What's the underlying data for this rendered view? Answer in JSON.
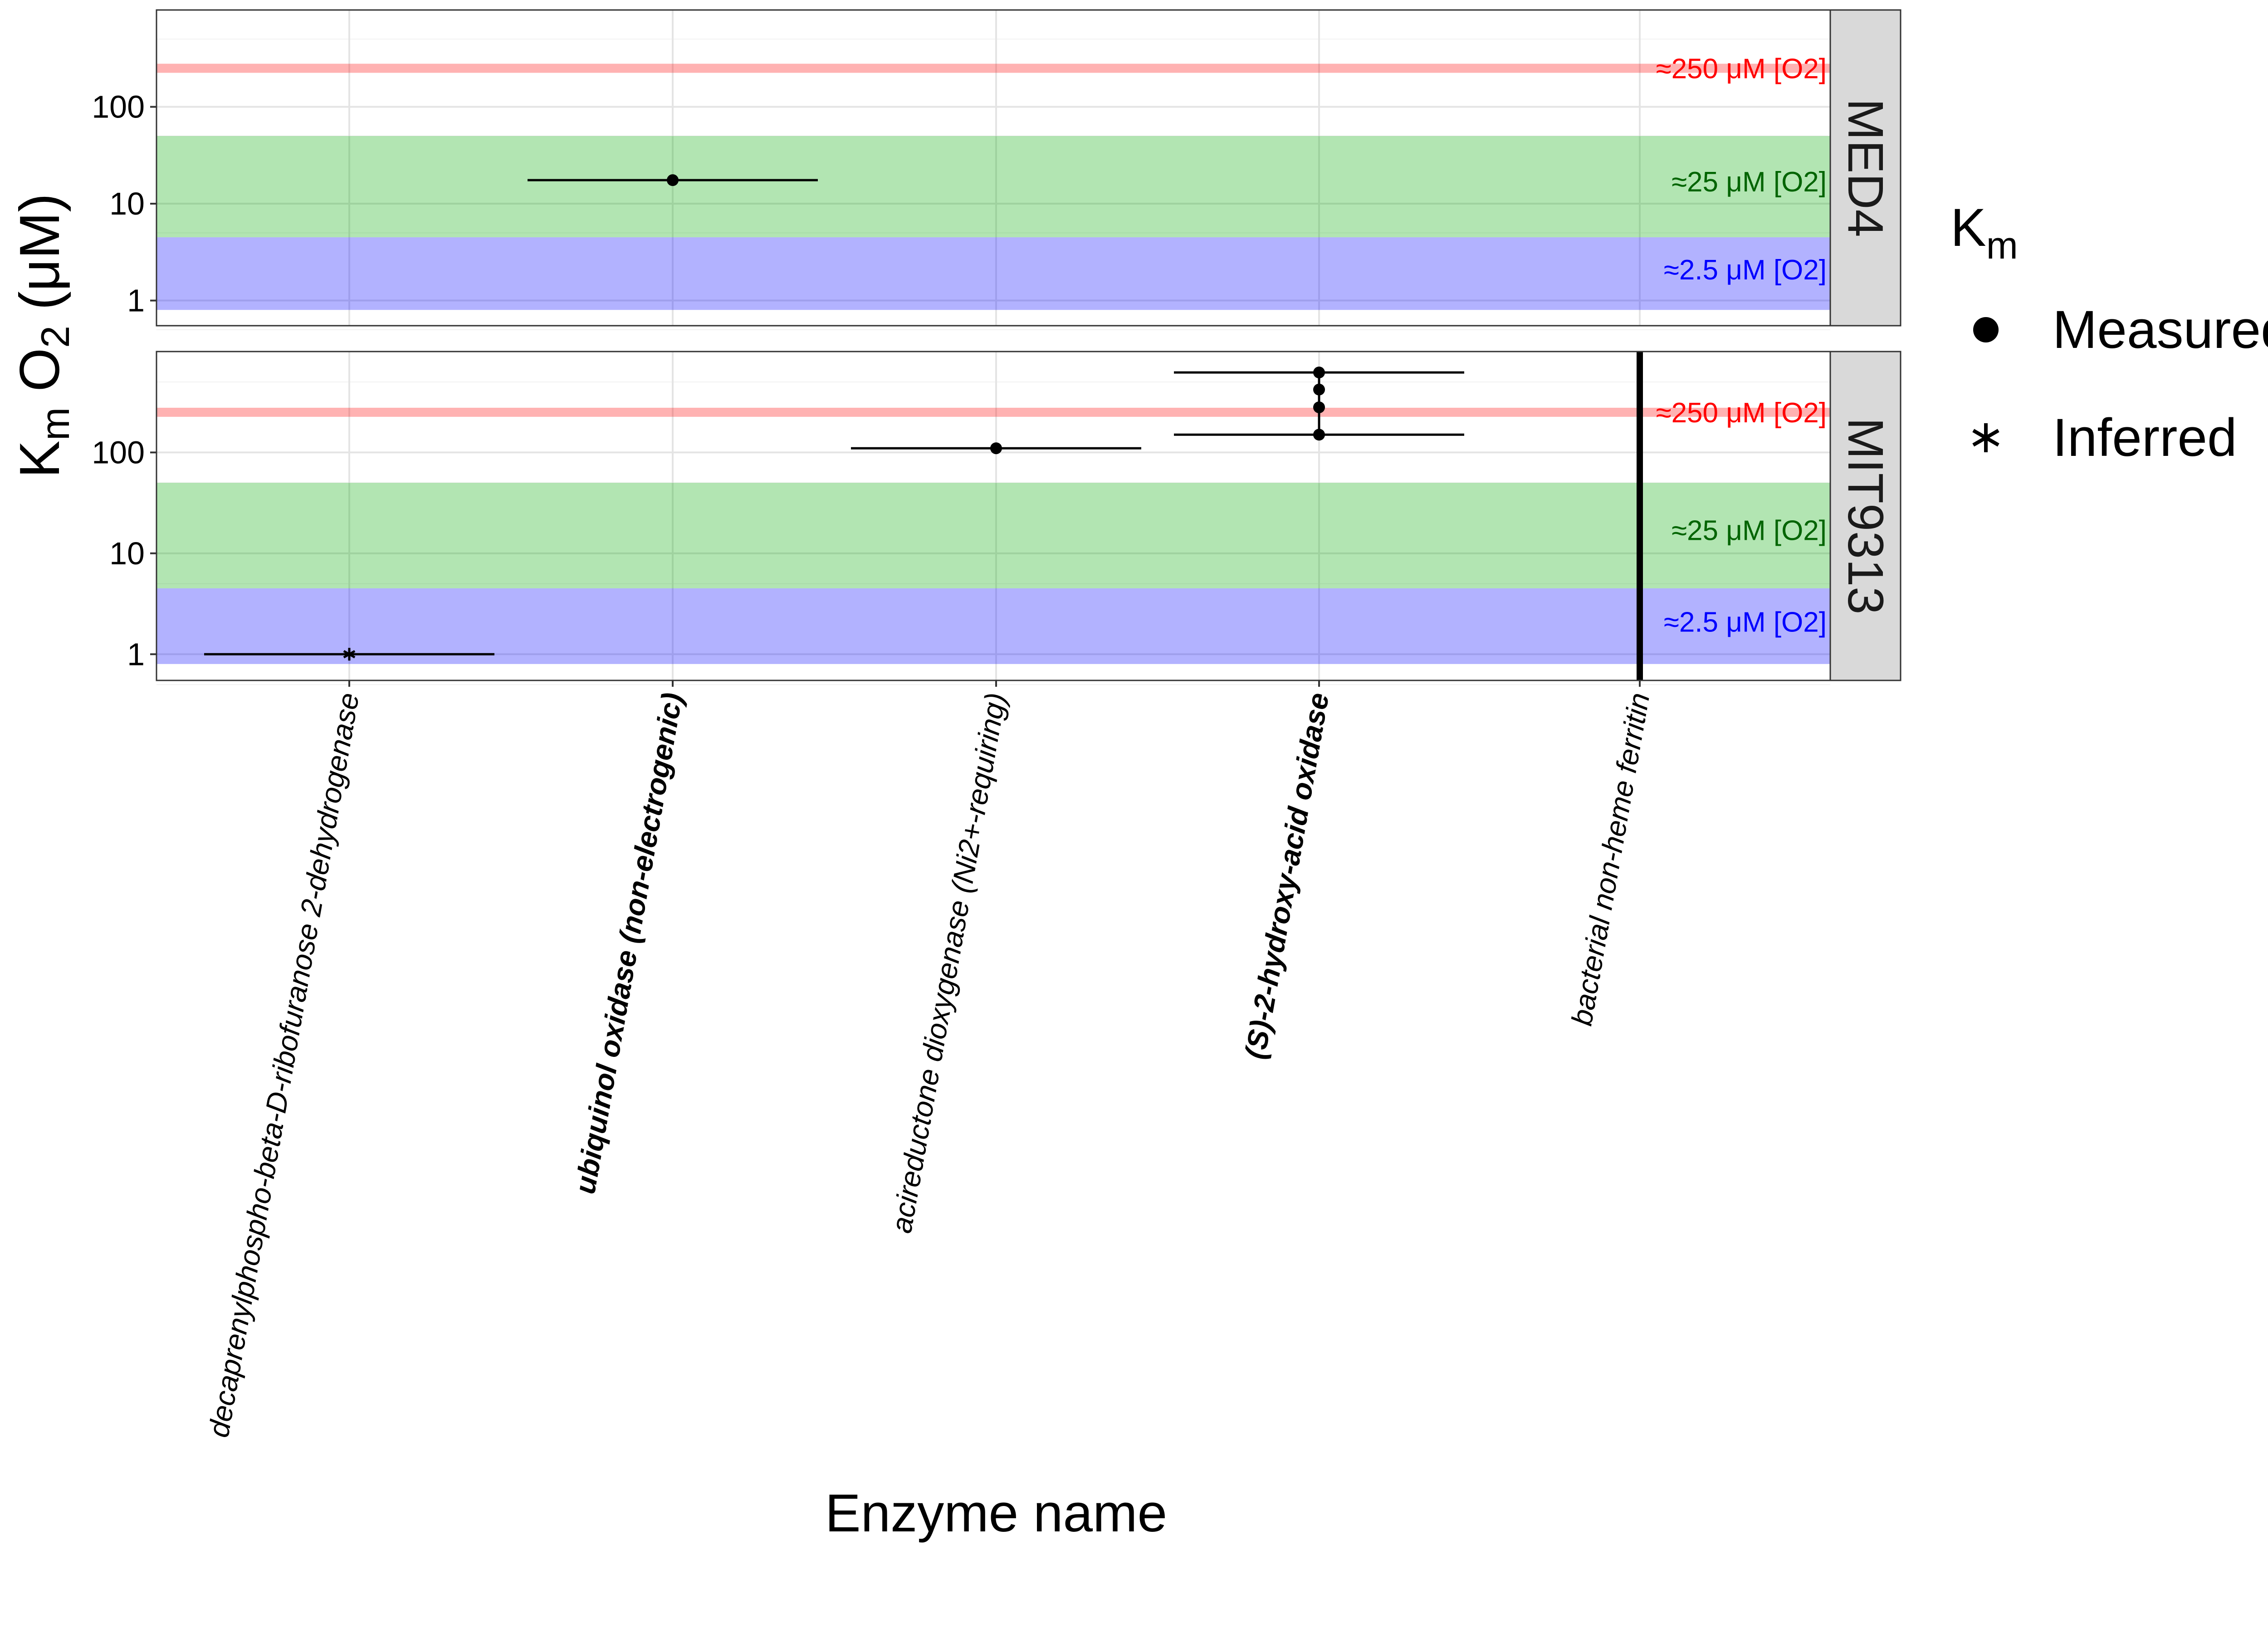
{
  "chart_data": {
    "type": "scatter",
    "title": "",
    "y_scale": "log10",
    "ylim": [
      0.55,
      1000
    ],
    "y_ticks": [
      1,
      10,
      100
    ],
    "y_tick_labels": [
      "1",
      "10",
      "100"
    ],
    "grid": true,
    "ylabel": {
      "main": "K",
      "sub1": "m",
      "mid": " O",
      "sub2": "2",
      "unit": " (μM)"
    },
    "xlabel": "Enzyme name",
    "categories": [
      {
        "label": "decaprenylphospho-beta-D-ribofuranose 2-dehydrogenase",
        "bold": false
      },
      {
        "label": "ubiquinol oxidase (non-electrogenic)",
        "bold": true
      },
      {
        "label": "acireductone dioxygenase (Ni2+-requiring)",
        "bold": false
      },
      {
        "label": "(S)-2-hydroxy-acid oxidase",
        "bold": true
      },
      {
        "label": "bacterial non-heme ferritin",
        "bold": false
      }
    ],
    "reference_bands": [
      {
        "label": "≈2.5 μM [O2]",
        "from": 0.8,
        "to": 4.5,
        "color": "#0000ff"
      },
      {
        "label": "≈25 μM [O2]",
        "from": 4.5,
        "to": 50,
        "color": "#00aa00"
      }
    ],
    "reference_lines": [
      {
        "label": "≈250 μM [O2]",
        "value": 250,
        "color": "#ff0000"
      }
    ],
    "band_label_colors": {
      "low": "#0000ff",
      "mid": "#006400",
      "high": "#ff0000"
    },
    "panels": [
      {
        "name": "MED4",
        "points": [
          {
            "category": 1,
            "y": 17.5,
            "shape": "Measured"
          }
        ],
        "hbars": [
          {
            "category": 1,
            "y": 17.5
          }
        ],
        "vlines": []
      },
      {
        "name": "MIT9313",
        "points": [
          {
            "category": 0,
            "y": 1,
            "shape": "Inferred"
          },
          {
            "category": 2,
            "y": 110,
            "shape": "Measured"
          },
          {
            "category": 3,
            "y": 620,
            "shape": "Measured"
          },
          {
            "category": 3,
            "y": 420,
            "shape": "Measured"
          },
          {
            "category": 3,
            "y": 280,
            "shape": "Measured"
          },
          {
            "category": 3,
            "y": 150,
            "shape": "Measured"
          }
        ],
        "hbars": [
          {
            "category": 0,
            "y": 1
          },
          {
            "category": 2,
            "y": 110
          },
          {
            "category": 3,
            "y": 620
          },
          {
            "category": 3,
            "y": 150
          }
        ],
        "vlines": [
          {
            "category": 3,
            "from": 150,
            "to": 620
          },
          {
            "category": 4,
            "full": true
          }
        ]
      }
    ],
    "legend": {
      "title_main": "K",
      "title_sub": "m",
      "position": "right",
      "items": [
        {
          "shape": "Measured",
          "label": "Measured"
        },
        {
          "shape": "Inferred",
          "label": "Inferred"
        }
      ]
    }
  }
}
